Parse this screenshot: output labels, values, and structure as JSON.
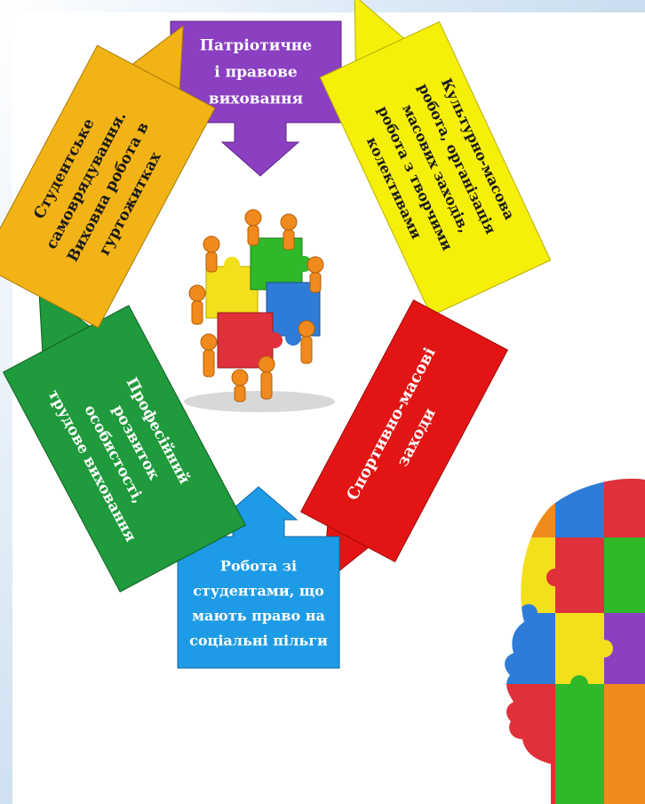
{
  "diagram": {
    "top": {
      "lines": [
        "Патріотичне",
        "і правове",
        "виховання"
      ],
      "color": "#8b3fc1"
    },
    "top_right": {
      "lines": [
        "Культурно-масова",
        "робота, організація",
        "масових заходів,",
        "робота з творчими",
        "колективами"
      ],
      "color": "#f6ef0a"
    },
    "bottom_right": {
      "lines": [
        "Спортивно-масові",
        "заходи"
      ],
      "color": "#e31414"
    },
    "bottom": {
      "lines": [
        "Робота зі",
        "студентами, що",
        "мають право на",
        "соціальні пільги"
      ],
      "color": "#1e9be6"
    },
    "bottom_left": {
      "lines": [
        "Професійний",
        "розвиток",
        "особистості,",
        "трудове виховання"
      ],
      "color": "#1f9a3c"
    },
    "top_left": {
      "lines": [
        "Студентське",
        "самоврядування.",
        "Виховна робота в",
        "гуртожитках"
      ],
      "color": "#f2b316"
    },
    "center_icon": "teamwork-puzzle-icon",
    "corner_icon": "puzzle-head-icon"
  }
}
